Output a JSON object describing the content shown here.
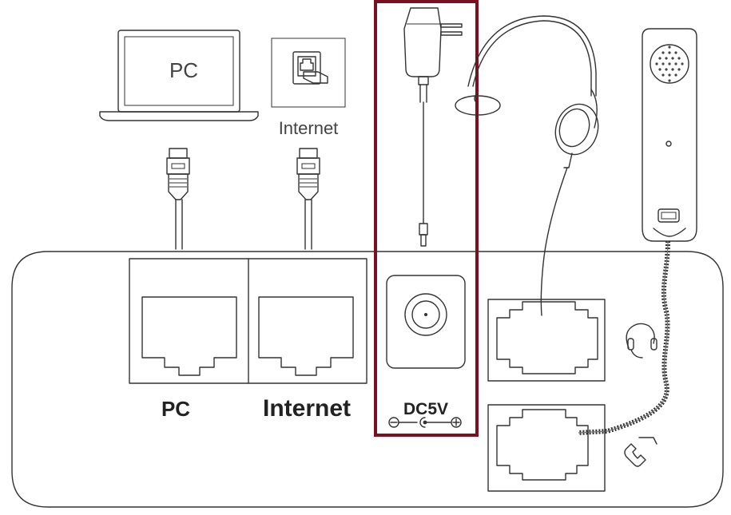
{
  "devices": {
    "pc_screen_label": "PC",
    "internet_label": "Internet"
  },
  "ports": {
    "pc_label": "PC",
    "internet_label": "Internet",
    "power_label": "DC5V"
  },
  "colors": {
    "highlight": "#7a1022",
    "line": "#333333",
    "cable_gray": "#777777"
  }
}
